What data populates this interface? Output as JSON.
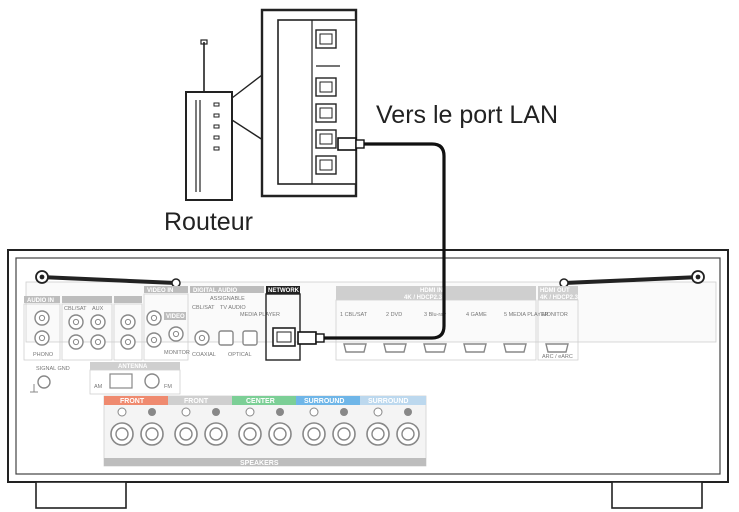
{
  "callouts": {
    "lan_port": "Vers le port LAN",
    "router": "Routeur"
  },
  "panel": {
    "network": "NETWORK",
    "audio_in": "AUDIO IN",
    "video_in": "VIDEO IN",
    "digital_audio": "DIGITAL AUDIO",
    "assignable": "ASSIGNABLE",
    "cbl_sat": "CBL/SAT",
    "tv_audio": "TV AUDIO",
    "media_player": "MEDIA PLAYER",
    "coaxial": "COAXIAL",
    "optical": "OPTICAL",
    "phono": "PHONO",
    "aux": "AUX",
    "video_out": "VIDEO",
    "monitor_small": "MONITOR",
    "signal_gnd": "SIGNAL GND",
    "antenna": "ANTENNA",
    "am": "AM",
    "fm": "FM",
    "hdmi_in": "HDMI IN",
    "hdcp_in": "4K / HDCP2.3",
    "hdmi_inputs": [
      "1 CBL/SAT",
      "2 DVD",
      "3 Blu-ray",
      "4 GAME",
      "5 MEDIA PLAYER"
    ],
    "hdmi_out": "HDMI OUT",
    "hdcp_out": "4K / HDCP2.3",
    "monitor": "MONITOR",
    "arc": "ARC / eARC",
    "speakers": "SPEAKERS",
    "speaker_groups": [
      "FRONT",
      "FRONT",
      "CENTER",
      "SURROUND",
      "SURROUND"
    ],
    "colors": {
      "front": "#ef8a6f",
      "front_b": "#cfcfcf",
      "center": "#7ccf96",
      "surround": "#6fb6e8",
      "surround_b": "#bcd8ee",
      "network_label_bg": "#222222",
      "cable": "#111111"
    }
  }
}
